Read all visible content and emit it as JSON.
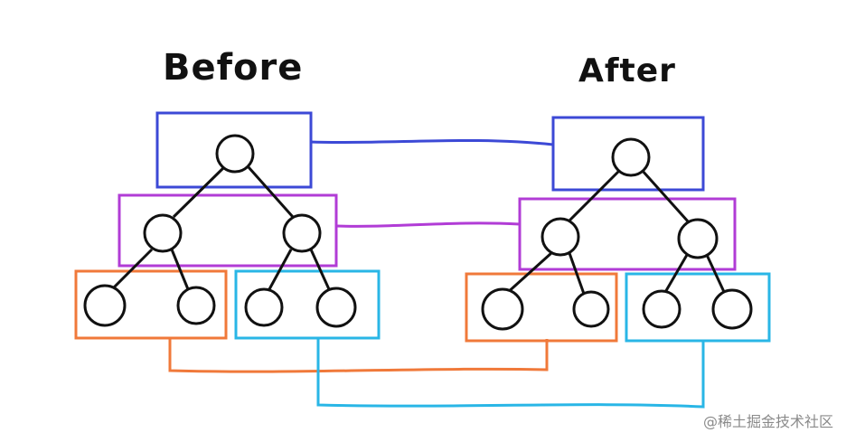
{
  "labels": {
    "before": "Before",
    "after": "After"
  },
  "watermark": "@稀土掘金技术社区",
  "colors": {
    "level1": "#3c49d6",
    "level2": "#b13cd6",
    "level3_left": "#f0793a",
    "level3_right": "#29b6e6",
    "node_stroke": "#111111"
  }
}
